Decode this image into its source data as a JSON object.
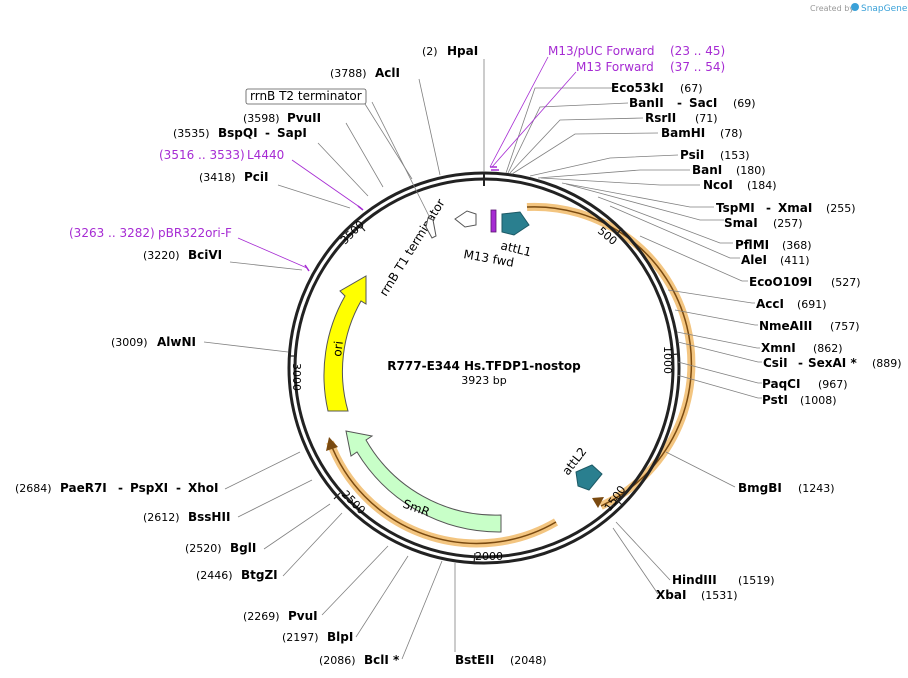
{
  "credit": {
    "text": "Created by",
    "brand": "SnapGene"
  },
  "plasmid": {
    "name": "R777-E344 Hs.TFDP1-nostop",
    "length": "3923 bp"
  },
  "ticks": [
    "500",
    "1000",
    "1500",
    "2000",
    "2500",
    "3000",
    "3500"
  ],
  "enzymes": {
    "hpai": {
      "pos": "(2)",
      "name": "HpaI"
    },
    "acli": {
      "pos": "(3788)",
      "name": "AclI"
    },
    "pvuii": {
      "pos": "(3598)",
      "name": "PvuII"
    },
    "bspqi": {
      "pos": "(3535)",
      "name": "BspQI",
      "name2": "SapI"
    },
    "pcii": {
      "pos": "(3418)",
      "name": "PciI"
    },
    "bcivi": {
      "pos": "(3220)",
      "name": "BciVI"
    },
    "alwni": {
      "pos": "(3009)",
      "name": "AlwNI"
    },
    "paer7i": {
      "pos": "(2684)",
      "name": "PaeR7I",
      "name2": "PspXI",
      "name3": "XhoI"
    },
    "bsshii": {
      "pos": "(2612)",
      "name": "BssHII"
    },
    "bgli": {
      "pos": "(2520)",
      "name": "BglI"
    },
    "btgzi": {
      "pos": "(2446)",
      "name": "BtgZI"
    },
    "pvui": {
      "pos": "(2269)",
      "name": "PvuI"
    },
    "blpi": {
      "pos": "(2197)",
      "name": "BlpI"
    },
    "bcli": {
      "pos": "(2086)",
      "name": "BclI *"
    },
    "bsteii": {
      "name": "BstEII",
      "pos": "(2048)"
    },
    "eco53ki": {
      "name": "Eco53kI",
      "pos": "(67)"
    },
    "banii": {
      "name": "BanII",
      "name2": "SacI",
      "pos": "(69)"
    },
    "rsrii": {
      "name": "RsrII",
      "pos": "(71)"
    },
    "bamhi": {
      "name": "BamHI",
      "pos": "(78)"
    },
    "psii": {
      "name": "PsiI",
      "pos": "(153)"
    },
    "bani": {
      "name": "BanI",
      "pos": "(180)"
    },
    "ncoi": {
      "name": "NcoI",
      "pos": "(184)"
    },
    "tspmi": {
      "name": "TspMI",
      "name2": "XmaI",
      "pos": "(255)"
    },
    "smai": {
      "name": "SmaI",
      "pos": "(257)"
    },
    "pfimi": {
      "name": "PflMI",
      "pos": "(368)"
    },
    "alei": {
      "name": "AleI",
      "pos": "(411)"
    },
    "eco0109i": {
      "name": "EcoO109I",
      "pos": "(527)"
    },
    "acci": {
      "name": "AccI",
      "pos": "(691)"
    },
    "nmeaiii": {
      "name": "NmeAIII",
      "pos": "(757)"
    },
    "xmni": {
      "name": "XmnI",
      "pos": "(862)"
    },
    "csii": {
      "name": "CsiI",
      "name2": "SexAI *",
      "pos": "(889)"
    },
    "paqci": {
      "name": "PaqCI",
      "pos": "(967)"
    },
    "psti": {
      "name": "PstI",
      "pos": "(1008)"
    },
    "bmgbi": {
      "name": "BmgBI",
      "pos": "(1243)"
    },
    "hindiii": {
      "name": "HindIII",
      "pos": "(1519)"
    },
    "xbai": {
      "name": "XbaI",
      "pos": "(1531)"
    }
  },
  "primers": {
    "m13puc": {
      "name": "M13/pUC Forward",
      "pos": "(23 .. 45)"
    },
    "m13f": {
      "name": "M13 Forward",
      "pos": "(37 .. 54)"
    },
    "l4440": {
      "pos": "(3516 .. 3533)",
      "name": "L4440"
    },
    "pbr322": {
      "pos": "(3263 .. 3282)",
      "name": "pBR322ori-F"
    }
  },
  "features": {
    "rrnb_t2": "rrnB T2 terminator",
    "rrnb_t1": "rrnB T1 terminator",
    "m13fwd": "M13 fwd",
    "attl1": "attL1",
    "attl2": "attL2",
    "ori": "ori",
    "smr": "SmR"
  },
  "colors": {
    "backbone": "#222222",
    "primer": "#a62bd3",
    "ori": "#ffff00",
    "smr": "#c8ffc8",
    "att": "#2a7f8f",
    "orf_highlight": "#f3c580",
    "orf_line": "#7a4a10",
    "leader": "#808080"
  }
}
